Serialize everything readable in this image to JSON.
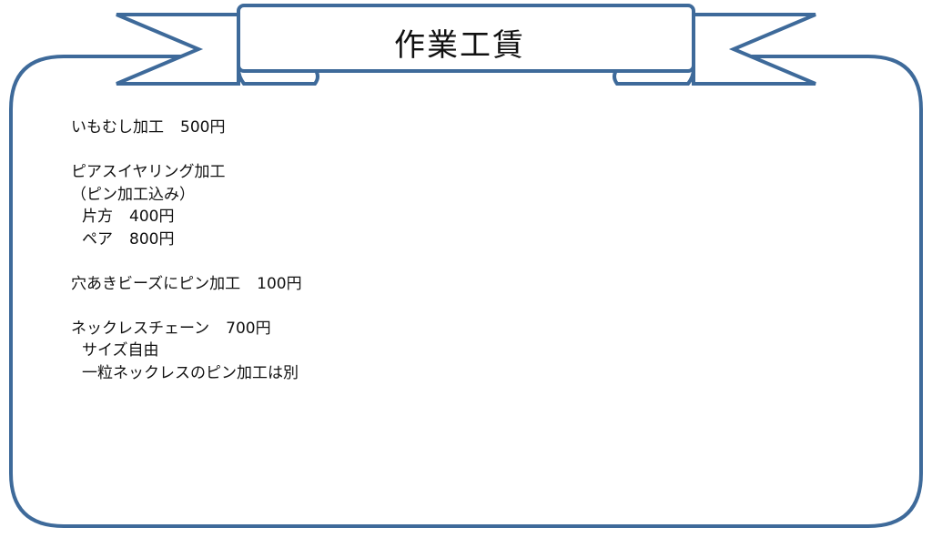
{
  "title": "作業工賃",
  "colors": {
    "frame_stroke": "#3e6a9a",
    "text": "#111111",
    "background": "#ffffff"
  },
  "items": [
    {
      "label": "いもむし加工",
      "price": "500円"
    },
    {
      "label": "ピアスイヤリング加工",
      "notes": [
        "（ピン加工込み）"
      ],
      "options": [
        {
          "label": "片方",
          "price": "400円"
        },
        {
          "label": "ペア",
          "price": "800円"
        }
      ]
    },
    {
      "label": "穴あきビーズにピン加工",
      "price": "100円"
    },
    {
      "label": "ネックレスチェーン",
      "price": "700円",
      "notes": [
        "サイズ自由",
        "一粒ネックレスのピン加工は別"
      ]
    }
  ]
}
